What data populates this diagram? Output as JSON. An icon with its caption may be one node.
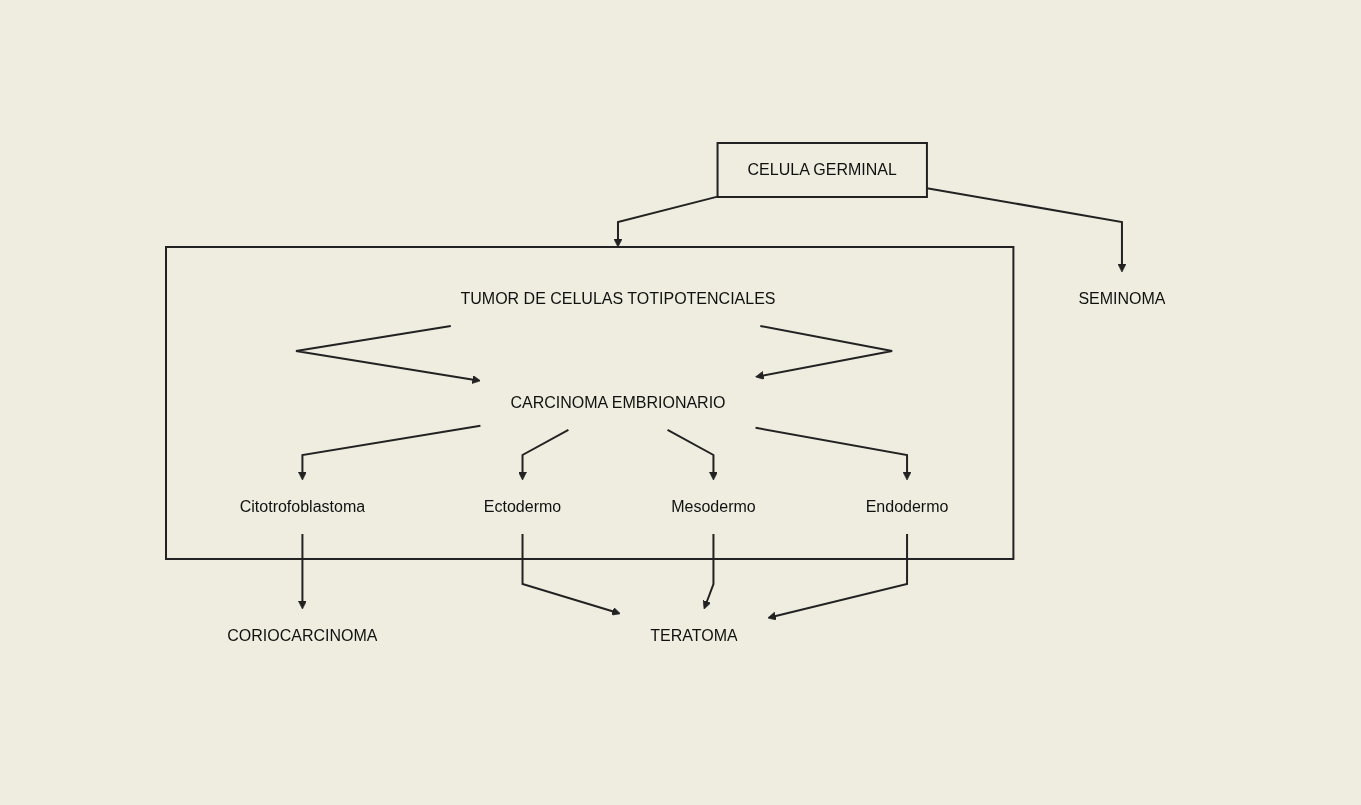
{
  "diagram": {
    "nodes": [
      {
        "text": [
          "CELULA GERMINAL"
        ]
      },
      {
        "text": [
          "SEMINOMA"
        ]
      },
      {
        "text": [],
        "shape": "box"
      },
      {
        "text": [
          "TUMOR DE CELULAS TOTIPOTENCIALES"
        ],
        "in": 2
      },
      {
        "text": [
          "CARCINOMA EMBRIONARIO"
        ],
        "in": 2
      },
      {
        "text": [
          "Citotrofoblastoma"
        ],
        "in": 2
      },
      {
        "text": [
          "Ectodermo"
        ],
        "in": 2
      },
      {
        "text": [
          "Mesodermo"
        ],
        "in": 2
      },
      {
        "text": [
          "Endodermo"
        ],
        "in": 2
      },
      {
        "text": [
          "CORIOCARCINOMA"
        ]
      },
      {
        "text": [
          "TERATOMA"
        ]
      }
    ],
    "edges": [
      {
        "from": 0,
        "to": 1,
        "arrow": "to"
      },
      {
        "from": 0,
        "to": 2,
        "arrow": "to"
      },
      {
        "from": 3,
        "to": 4,
        "arrow": "to"
      },
      {
        "from": 3,
        "to": 4,
        "arrow": "to"
      },
      {
        "from": 4,
        "to": 5,
        "arrow": "to"
      },
      {
        "from": 4,
        "to": 6,
        "arrow": "to"
      },
      {
        "from": 4,
        "to": 7,
        "arrow": "to"
      },
      {
        "from": 4,
        "to": 8,
        "arrow": "to"
      },
      {
        "from": 5,
        "to": 9,
        "arrow": "to"
      },
      {
        "from": 6,
        "to": 10,
        "arrow": "to"
      },
      {
        "from": 7,
        "to": 10,
        "arrow": "to"
      },
      {
        "from": 8,
        "to": 10,
        "arrow": "to"
      }
    ]
  }
}
